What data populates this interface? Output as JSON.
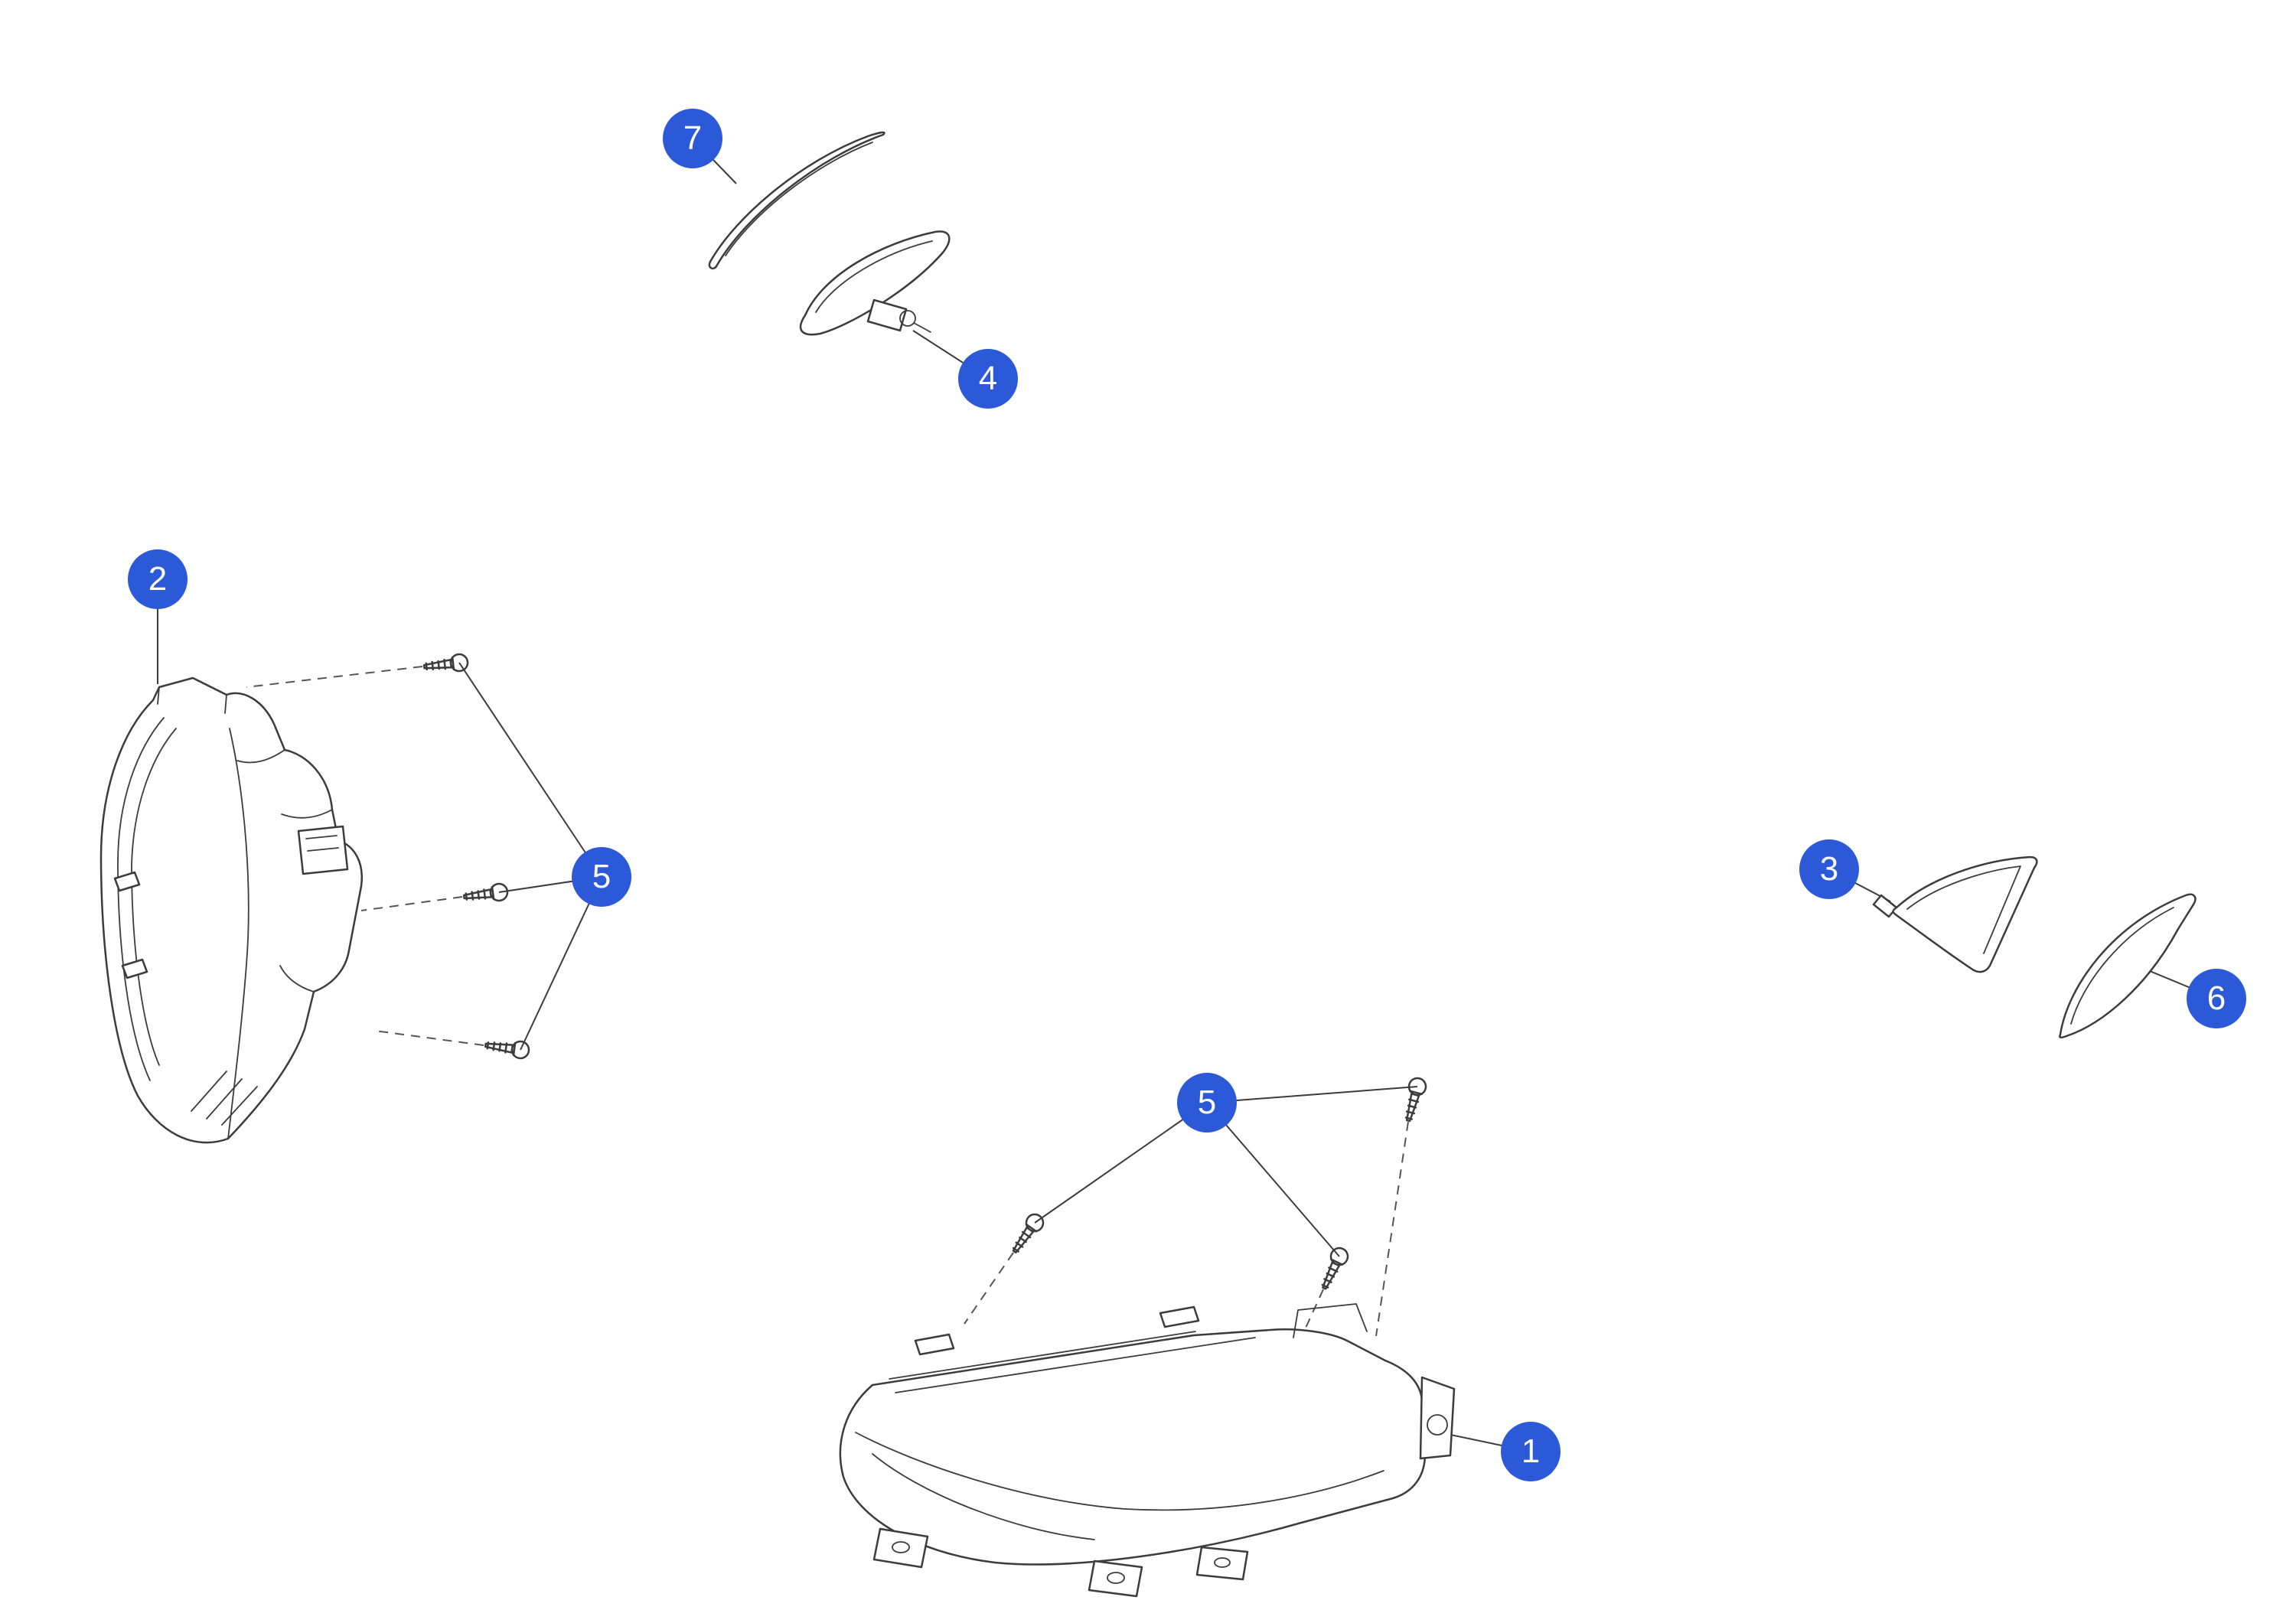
{
  "diagram": {
    "accent_color": "#2b59d8",
    "line_color": "#3c3c3c",
    "callouts": [
      {
        "id": "callout-1",
        "label": "1",
        "part": "fog-lamp-assembly"
      },
      {
        "id": "callout-2",
        "label": "2",
        "part": "headlamp-assembly"
      },
      {
        "id": "callout-3",
        "label": "3",
        "part": "side-marker-lamp"
      },
      {
        "id": "callout-4",
        "label": "4",
        "part": "side-repeater-lamp-with-socket"
      },
      {
        "id": "callout-5a",
        "label": "5",
        "part": "screws-headlamp"
      },
      {
        "id": "callout-5b",
        "label": "5",
        "part": "screws-fog-lamp"
      },
      {
        "id": "callout-6",
        "label": "6",
        "part": "side-marker-trim"
      },
      {
        "id": "callout-7",
        "label": "7",
        "part": "fender-applique"
      }
    ],
    "parts": [
      {
        "number": "1",
        "name": "fog-lamp-assembly-line-art"
      },
      {
        "number": "2",
        "name": "headlamp-assembly-line-art"
      },
      {
        "number": "3",
        "name": "side-marker-lamp-line-art"
      },
      {
        "number": "4",
        "name": "side-repeater-lamp-line-art"
      },
      {
        "number": "5",
        "name": "screw-line-art"
      },
      {
        "number": "6",
        "name": "side-marker-trim-line-art"
      },
      {
        "number": "7",
        "name": "fender-applique-line-art"
      }
    ]
  }
}
